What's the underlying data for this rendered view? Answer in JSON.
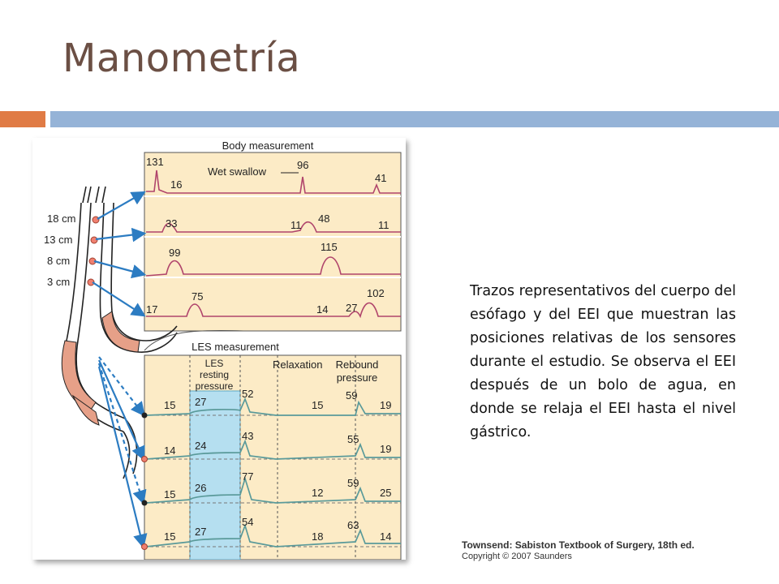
{
  "slide": {
    "title": "Manometría",
    "caption": "Trazos representativos del cuerpo del esófago y del EEI que muestran las posiciones relativas de los sensores durante el estudio. Se observa el EEI después de un bolo de agua, en donde se relaja el EEI hasta el nivel gástrico.",
    "citation": {
      "line1": "Townsend: Sabiston Textbook of Surgery, 18th ed.",
      "line2": "Copyright © 2007 Saunders"
    }
  },
  "colors": {
    "title": "#6b4f44",
    "accent_orange": "#e07b45",
    "accent_blue": "#95b3d7",
    "panel_bg": "#fcebc6",
    "body_trace": "#b0456c",
    "les_trace": "#5a9a9a",
    "les_zone": "#b5dff0",
    "sensor_arrow": "#2c7cc2",
    "muscle": "#e6a088"
  },
  "figure": {
    "body_panel": {
      "title": "Body measurement",
      "wet_swallow_label": "Wet swallow",
      "traces": [
        {
          "values": [
            "131",
            "16",
            "96",
            "41"
          ]
        },
        {
          "values": [
            "33",
            "11",
            "48",
            "11"
          ]
        },
        {
          "values": [
            "99",
            "115"
          ]
        },
        {
          "values": [
            "17",
            "75",
            "14",
            "27",
            "102"
          ]
        }
      ]
    },
    "sensor_labels": [
      "18 cm",
      "13 cm",
      "8 cm",
      "3 cm"
    ],
    "les_panel": {
      "title": "LES measurement",
      "col_resting": [
        "LES",
        "resting",
        "pressure"
      ],
      "col_relaxation": "Relaxation",
      "col_rebound": [
        "Rebound",
        "pressure"
      ],
      "rows": [
        {
          "values": [
            "15",
            "27",
            "52",
            "15",
            "59",
            "19"
          ]
        },
        {
          "values": [
            "14",
            "24",
            "43",
            "55",
            "19"
          ]
        },
        {
          "values": [
            "15",
            "26",
            "77",
            "12",
            "59",
            "25"
          ]
        },
        {
          "values": [
            "15",
            "27",
            "54",
            "18",
            "63",
            "14"
          ]
        }
      ]
    }
  }
}
